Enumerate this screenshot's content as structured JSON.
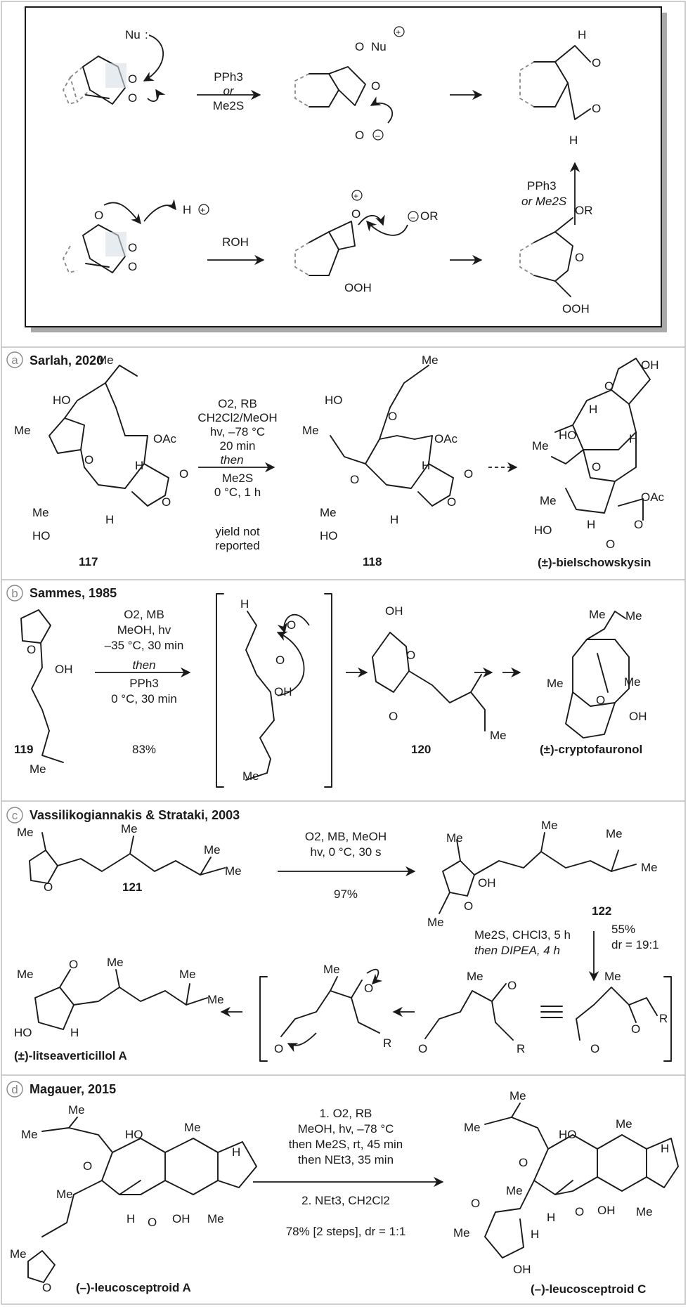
{
  "mechanism": {
    "top_reagents": [
      "PPh3",
      "or",
      "Me2S"
    ],
    "nu_label": "Nu",
    "nu_plus": "Nu",
    "h_plus": "H",
    "roh": "ROH",
    "or_minus": "OR",
    "right_reagents": [
      "PPh3",
      "or Me2S"
    ],
    "labels": {
      "H": "H",
      "O": "O",
      "OR": "OR",
      "OOH": "OOH"
    }
  },
  "panel_a": {
    "badge": "a",
    "title": "Sarlah, 2020",
    "conditions": [
      "O2, RB",
      "CH2Cl2/MeOH",
      "hv, –78 °C",
      "20 min",
      "then",
      "Me2S",
      "0 °C, 1 h",
      "yield not",
      "reported"
    ],
    "compounds": [
      "117",
      "118",
      "(±)-bielschowskysin"
    ]
  },
  "panel_b": {
    "badge": "b",
    "title": "Sammes, 1985",
    "conditions": [
      "O2, MB",
      "MeOH, hv",
      "–35 °C, 30 min",
      "then",
      "PPh3",
      "0 °C, 30 min",
      "83%"
    ],
    "compounds": [
      "119",
      "120",
      "(±)-cryptofauronol"
    ]
  },
  "panel_c": {
    "badge": "c",
    "title": "Vassilikogiannakis & Strataki, 2003",
    "conditions_top": [
      "O2, MB, MeOH",
      "hv, 0 °C, 30 s",
      "97%"
    ],
    "conditions_down": [
      "Me2S, CHCl3, 5 h",
      "then DIPEA, 4 h",
      "55%",
      "dr = 19:1"
    ],
    "compounds": [
      "121",
      "122",
      "(±)-litseaverticillol A"
    ]
  },
  "panel_d": {
    "badge": "d",
    "title": "Magauer, 2015",
    "conditions": [
      "1. O2, RB",
      "MeOH, hv, –78 °C",
      "then Me2S, rt, 45 min",
      "then NEt3, 35 min",
      "2. NEt3, CH2Cl2",
      "78% [2 steps], dr = 1:1"
    ],
    "compounds": [
      "(–)-leucosceptroid A",
      "(–)-leucosceptroid C"
    ]
  },
  "atoms": {
    "Me": "Me",
    "HO": "HO",
    "OH": "OH",
    "OAc": "OAc",
    "H": "H",
    "O": "O",
    "R": "R"
  }
}
